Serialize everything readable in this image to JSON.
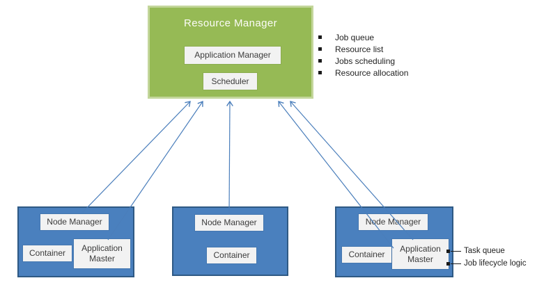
{
  "colors": {
    "rm-fill": "#96BA55",
    "rm-border": "#C3D69B",
    "node-fill": "#4A80BE",
    "node-border": "#2E5984",
    "inner-box-fill": "#F2F2F2",
    "arrow": "#4A7EBB",
    "title-text": "#FCFCF8",
    "label-text": "#3B3B3B",
    "annotation-text": "#1F1F1F"
  },
  "resource_manager": {
    "title": "Resource Manager",
    "application_manager_label": "Application Manager",
    "scheduler_label": "Scheduler",
    "responsibilities": [
      "Job queue",
      "Resource list",
      "Jobs scheduling",
      "Resource allocation"
    ]
  },
  "nodes": [
    {
      "manager_label": "Node Manager",
      "container_label": "Container",
      "app_master_label": "Application Master"
    },
    {
      "manager_label": "Node Manager",
      "container_label": "Container"
    },
    {
      "manager_label": "Node Manager",
      "container_label": "Container",
      "app_master_label": "Application Master"
    }
  ],
  "annotations": {
    "task_queue": "Task queue",
    "job_lifecycle": "Job lifecycle logic"
  }
}
